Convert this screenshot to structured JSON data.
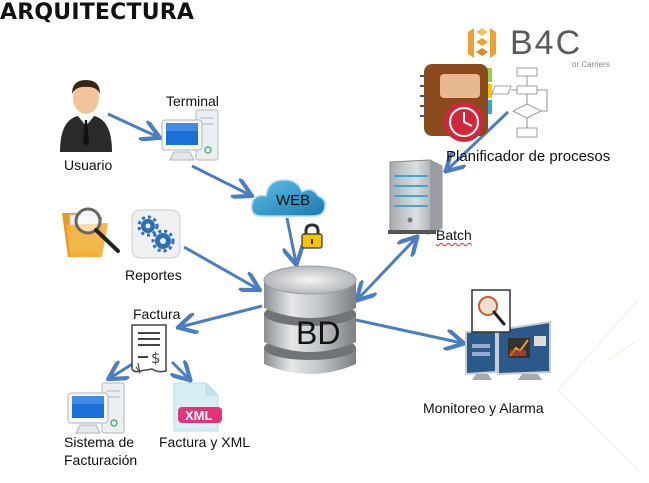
{
  "title": "ARQUITECTURA",
  "logo": {
    "text": "B4C",
    "tagline": "or Carriers",
    "icon": "hexagon-stack-logo-icon",
    "accent": "#f0a030",
    "text_color": "#555555"
  },
  "nodes": {
    "usuario": {
      "label": "Usuario",
      "icon": "user-businessman-icon"
    },
    "terminal": {
      "label": "Terminal",
      "icon": "desktop-computer-icon"
    },
    "web": {
      "label": "WEB",
      "icon": "cloud-icon",
      "secure_icon": "padlock-icon"
    },
    "reportes": {
      "label": "Reportes",
      "icons": [
        "folder-search-icon",
        "gears-icon"
      ]
    },
    "bd": {
      "label": "BD",
      "icon": "database-icon"
    },
    "batch": {
      "label": "Batch",
      "icon": "server-tower-icon"
    },
    "planificador": {
      "label": "Planificador de procesos",
      "icons": [
        "planner-clock-icon",
        "flowchart-icon"
      ]
    },
    "factura": {
      "label": "Factura",
      "icon": "invoice-document-icon"
    },
    "sistema_facturacion": {
      "label_line1": "Sistema de",
      "label_line2": "Facturación",
      "icon": "desktop-computer-icon"
    },
    "factura_xml": {
      "label": "Factura  y XML",
      "icon": "xml-file-icon",
      "badge": "XML"
    },
    "monitoreo": {
      "label": "Monitoreo  y Alarma",
      "icon": "monitoring-screens-icon"
    }
  },
  "connections": [
    {
      "from": "Usuario",
      "to": "Terminal"
    },
    {
      "from": "Terminal",
      "to": "WEB"
    },
    {
      "from": "WEB",
      "to": "BD"
    },
    {
      "from": "Reportes",
      "to": "BD"
    },
    {
      "from": "Planificador de procesos",
      "to": "Batch"
    },
    {
      "from": "Batch",
      "to": "BD",
      "bidirectional": true
    },
    {
      "from": "BD",
      "to": "Factura"
    },
    {
      "from": "BD",
      "to": "Monitoreo y Alarma"
    },
    {
      "from": "Factura",
      "to": "Sistema de Facturación"
    },
    {
      "from": "Factura",
      "to": "Factura y XML"
    }
  ],
  "colors": {
    "arrow": "#4a7ebf",
    "cloud": "#2f8fc0",
    "monitor_blue": "#1d6fd8",
    "folder": "#f3b13a",
    "xml_badge": "#e0357a"
  }
}
